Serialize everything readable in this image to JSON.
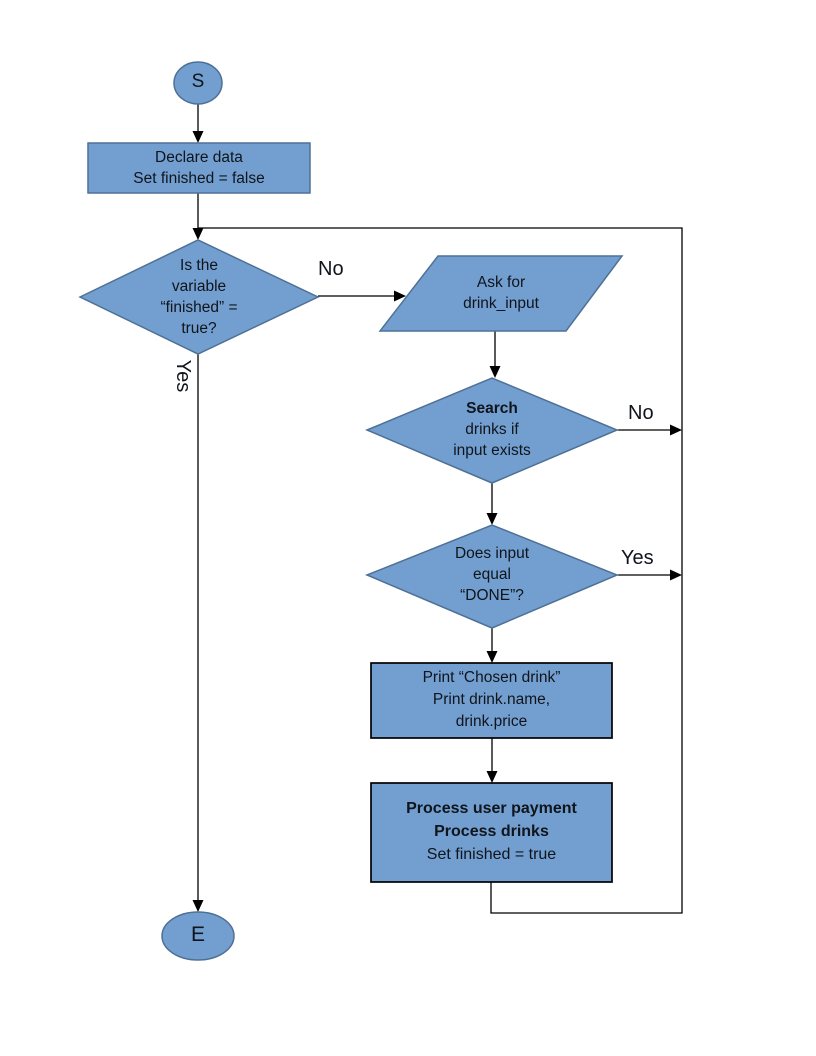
{
  "colors": {
    "node_fill": "#729FCF",
    "node_border": "#4f7096",
    "emph_border": "#000000",
    "connector": "#000000",
    "text": "#10141c"
  },
  "nodes": {
    "start": {
      "label": "S"
    },
    "declare": {
      "lines": [
        "Declare data",
        "Set finished = false"
      ]
    },
    "finished_check": {
      "lines": [
        "Is the",
        "variable",
        "“finished” =",
        "true?"
      ]
    },
    "ask_input": {
      "lines": [
        "Ask for",
        "drink_input"
      ]
    },
    "search_drinks": {
      "title": "Search",
      "lines": [
        "drinks if",
        "input exists"
      ]
    },
    "done_check": {
      "lines": [
        "Does input",
        "equal",
        "“DONE”?"
      ]
    },
    "print_drink": {
      "lines": [
        "Print “Chosen drink”",
        "Print drink.name,",
        "drink.price"
      ]
    },
    "process_payment": {
      "bold_lines": [
        "Process user payment",
        "Process drinks"
      ],
      "lines": [
        "Set finished = true"
      ]
    },
    "end": {
      "label": "E"
    }
  },
  "edge_labels": {
    "finished_no": "No",
    "finished_yes": "Yes",
    "search_no": "No",
    "done_yes": "Yes"
  }
}
